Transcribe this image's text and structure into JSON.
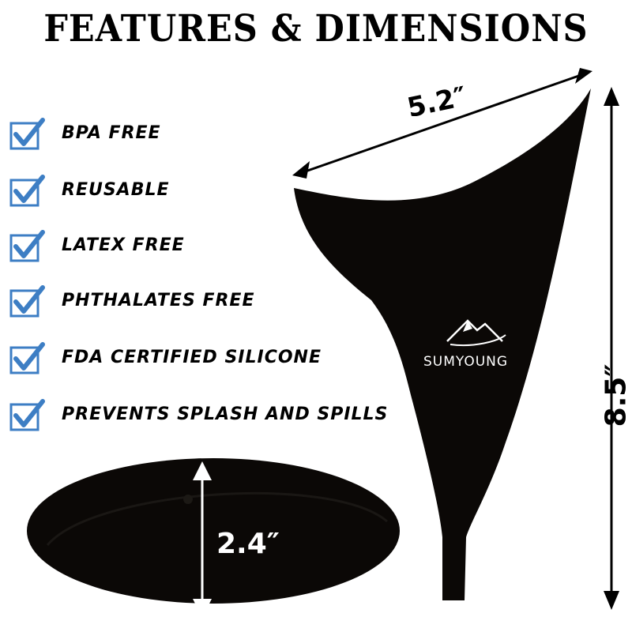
{
  "title": "FEATURES & DIMENSIONS",
  "features": [
    {
      "label": "BPA FREE"
    },
    {
      "label": "REUSABLE"
    },
    {
      "label": "LATEX FREE"
    },
    {
      "label": "PHTHALATES FREE"
    },
    {
      "label": "FDA CERTIFIED SILICONE"
    },
    {
      "label": "PREVENTS SPLASH AND SPILLS"
    }
  ],
  "dimensions": {
    "width": "5.2″",
    "height": "8.5″",
    "depth": "2.4″"
  },
  "brand": "SUMYOUNG",
  "colors": {
    "check": "#3d7ec4",
    "product": "#0b0806",
    "text": "#000000"
  },
  "icons": {
    "checkbox": "checked-box-icon",
    "logo": "mountain-logo-icon"
  }
}
